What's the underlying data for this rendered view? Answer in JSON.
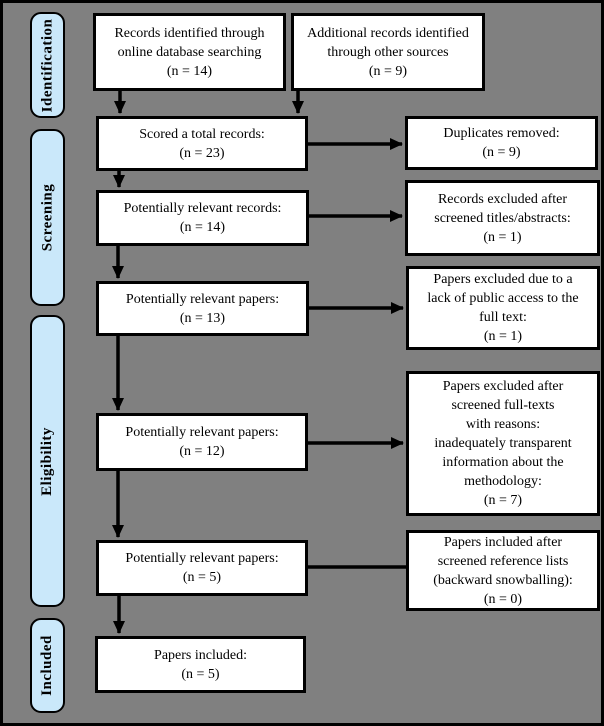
{
  "diagram": {
    "title": "PRISMA-style study selection flow diagram",
    "colors": {
      "background": "#808080",
      "box_fill": "#ffffff",
      "stage_fill": "#cae8fa",
      "line": "#000000",
      "text": "#000000"
    },
    "stages": [
      {
        "label": "Identification"
      },
      {
        "label": "Screening"
      },
      {
        "label": "Eligibility"
      },
      {
        "label": "Included"
      }
    ],
    "boxes": {
      "records_identified": "Records identified through\nonline database searching\n(n = 14)",
      "additional_records": "Additional records identified\nthrough other sources\n(n = 9)",
      "scored_total": "Scored a total records:\n(n = 23)",
      "duplicates_removed": "Duplicates removed:\n(n = 9)",
      "relevant_records": "Potentially relevant records:\n(n = 14)",
      "excluded_titles_abstracts": "Records excluded after\nscreened titles/abstracts:\n(n = 1)",
      "relevant_papers_13": "Potentially relevant papers:\n(n = 13)",
      "excluded_no_access": "Papers excluded due to a\nlack of public access to the\nfull text:\n(n = 1)",
      "relevant_papers_12": "Potentially relevant papers:\n(n = 12)",
      "excluded_fulltext_reasons": "Papers excluded after\nscreened full-texts\nwith reasons:\ninadequately transparent\ninformation about the\nmethodology:\n(n = 7)",
      "relevant_papers_5": "Potentially relevant papers:\n(n = 5)",
      "included_snowballing": "Papers included after\nscreened reference lists\n(backward snowballing):\n(n = 0)",
      "papers_included": "Papers included:\n(n = 5)"
    }
  }
}
